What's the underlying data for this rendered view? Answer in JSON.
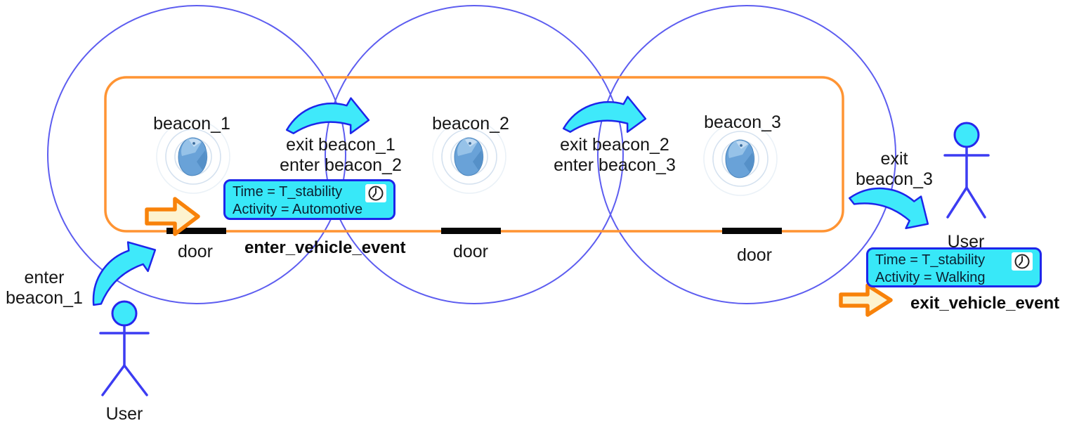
{
  "figure": {
    "beacons": [
      {
        "label": "beacon_1"
      },
      {
        "label": "beacon_2"
      },
      {
        "label": "beacon_3"
      }
    ],
    "transitions": [
      {
        "line1": "exit beacon_1",
        "line2": "enter beacon_2"
      },
      {
        "line1": "exit beacon_2",
        "line2": "enter beacon_3"
      }
    ],
    "enter_range_label": {
      "line1": "enter",
      "line2": "beacon_1"
    },
    "exit_range_label": {
      "line1": "exit",
      "line2": "beacon_3"
    },
    "doors": [
      {
        "label": "door"
      },
      {
        "label": "door"
      },
      {
        "label": "door"
      }
    ],
    "users": [
      {
        "label": "User"
      },
      {
        "label": "User"
      }
    ],
    "enter_event": {
      "label": "enter_vehicle_event",
      "time": "Time = T_stability",
      "activity": "Activity = Automotive"
    },
    "exit_event": {
      "label": "exit_vehicle_event",
      "time": "Time = T_stability",
      "activity": "Activity = Walking"
    },
    "colors": {
      "range_circle": "#5d5df0",
      "vehicle_outline": "#ff9433",
      "transition_arrow_fill": "#3fe9fa",
      "transition_arrow_border": "#1d26ea",
      "info_box_fill": "#38e8f8",
      "info_box_border": "#1d26ea",
      "event_arrow_fill": "#fdf3cf",
      "event_arrow_border": "#f8820a",
      "door": "#060606",
      "user_figure": "#3c3cf2",
      "beacon_icon": "#69a2d8",
      "text": "#161616"
    }
  }
}
